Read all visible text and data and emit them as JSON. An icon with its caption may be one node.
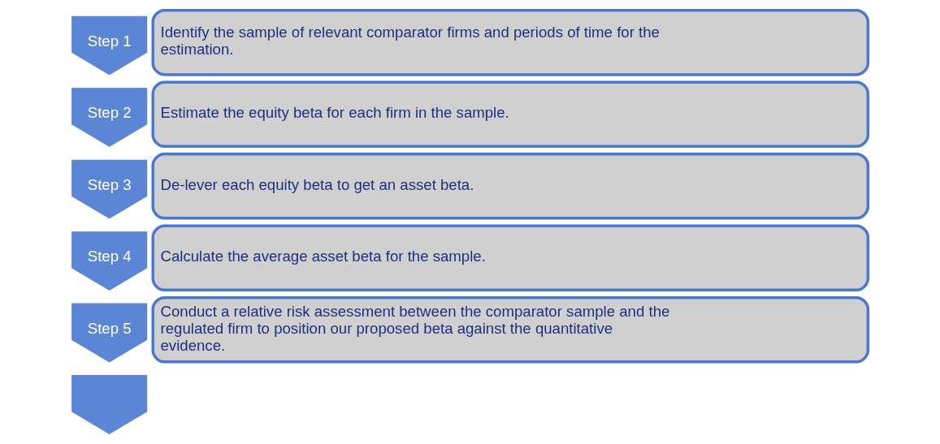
{
  "diagram": {
    "nodes": [
      {
        "text": [
          "Step 1"
        ]
      },
      {
        "text": [
          "Identify the sample of relevant comparator firms and periods of time for the estimation."
        ]
      },
      {
        "text": [
          "Step 2"
        ]
      },
      {
        "text": [
          "Estimate the equity beta for each firm in the sample."
        ]
      },
      {
        "text": [
          "Step 3"
        ]
      },
      {
        "text": [
          "De-lever each equity beta to get an asset beta."
        ]
      },
      {
        "text": [
          "Step 4"
        ]
      },
      {
        "text": [
          "Calculate the average asset beta for the sample."
        ]
      },
      {
        "text": [
          "Step 5"
        ]
      },
      {
        "text": [
          "Conduct a relative risk assessment between the comparator sample and the regulated firm to position our proposed beta against the quantitative evidence."
        ]
      },
      {
        "text": [],
        "shape": "chevron"
      }
    ]
  }
}
